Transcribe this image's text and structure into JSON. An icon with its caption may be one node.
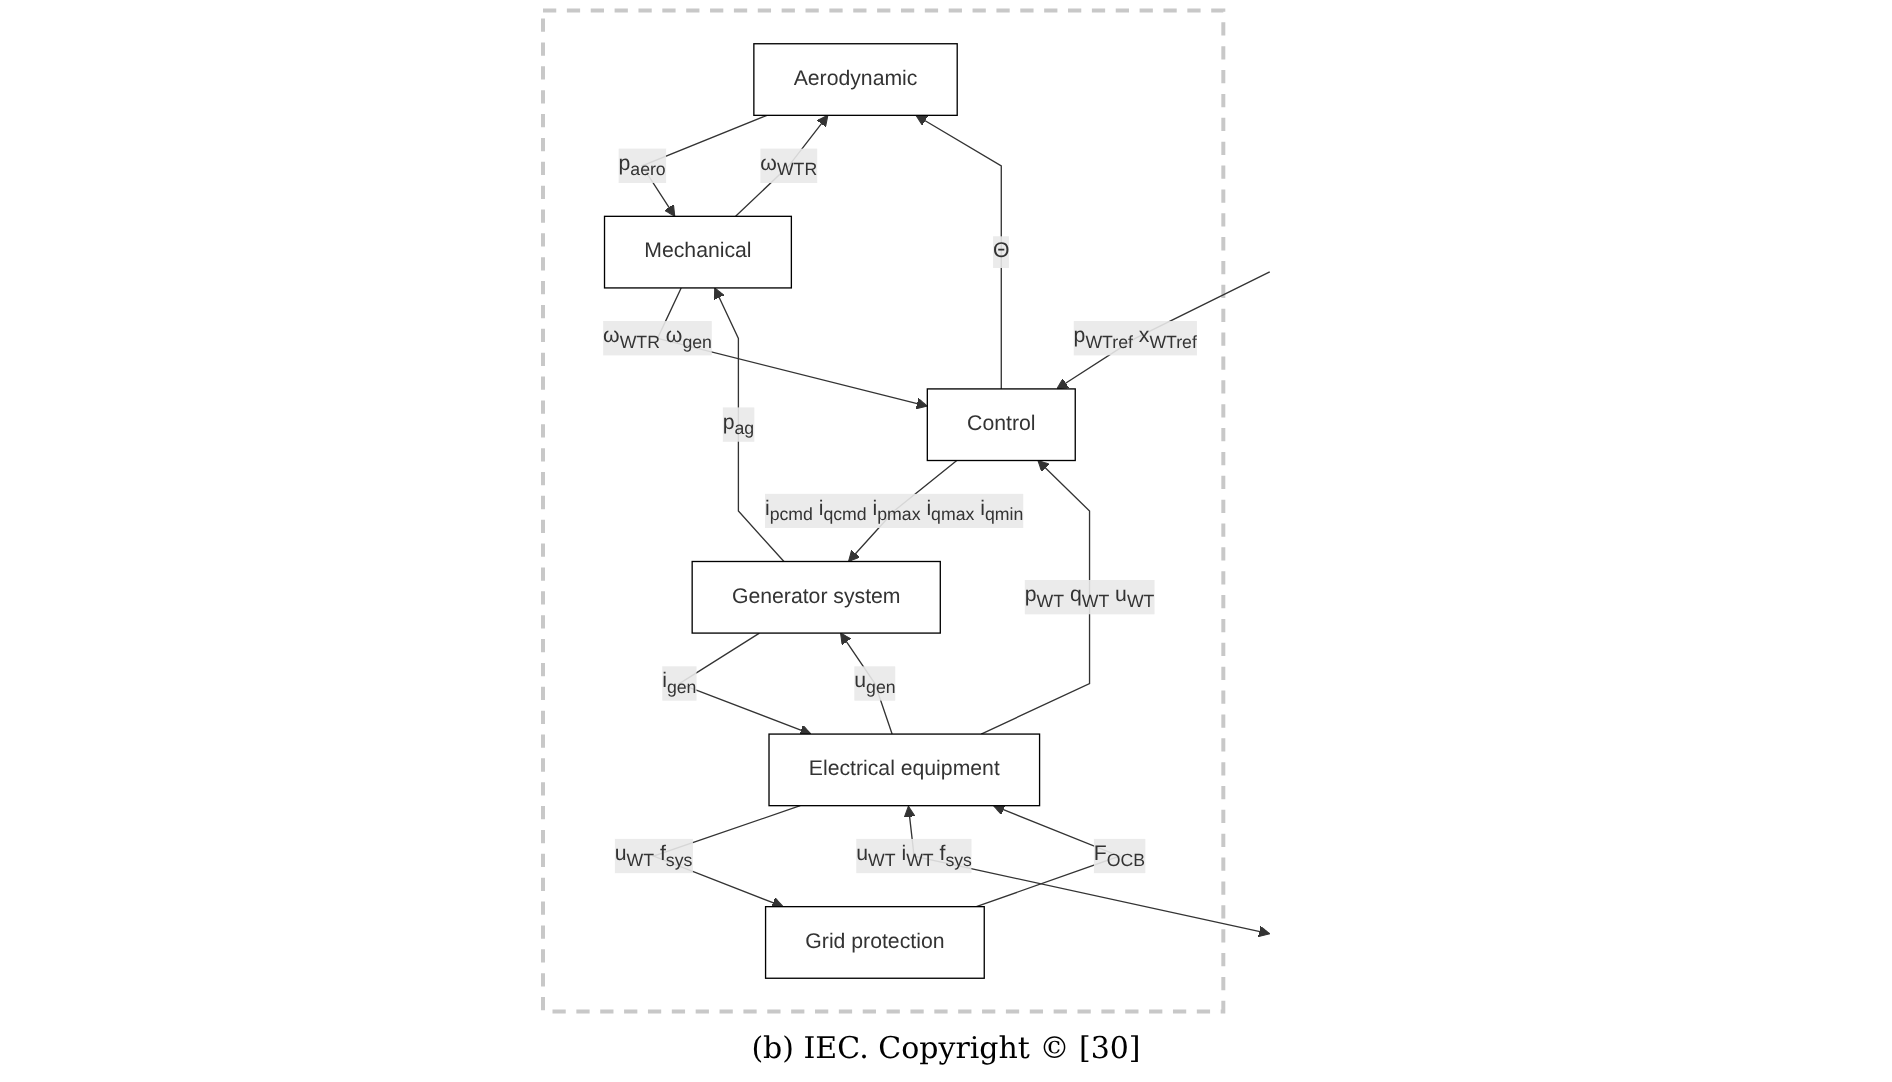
{
  "diagram": {
    "caption": "(b) IEC. Copyright © [30]",
    "nodes": [
      {
        "text": [],
        "shape": "box"
      },
      {
        "text": [
          "Aerodynamic"
        ],
        "in": 0
      },
      {
        "text": [
          "Mechanical"
        ],
        "in": 0
      },
      {
        "text": [
          "Generator system"
        ],
        "in": 0
      },
      {
        "text": [
          "Electrical equipment"
        ],
        "in": 0
      },
      {
        "text": [
          "Grid protection"
        ],
        "in": 0
      },
      {
        "text": [
          "Control"
        ],
        "in": 0
      }
    ],
    "edges": [
      {
        "from": 1,
        "to": 2,
        "arrow": "to",
        "label": "p$_{aero}$"
      },
      {
        "from": 2,
        "to": 1,
        "arrow": "to",
        "label": "ω$_{WTR}$"
      },
      {
        "from": 3,
        "to": 2,
        "arrow": "to",
        "label": "p$_{ag}$"
      },
      {
        "from": 3,
        "to": 4,
        "arrow": "to",
        "label": "i$_{gen}$"
      },
      {
        "from": 4,
        "to": 3,
        "arrow": "to",
        "label": "u$_{gen}$"
      },
      {
        "from": 4,
        "to": 5,
        "arrow": "to",
        "label": "u$_{WT}$ f$_{sys}$"
      },
      {
        "from": 5,
        "to": 4,
        "arrow": "to",
        "label": "F$_{OCB}$"
      },
      {
        "from": 2,
        "to": 6,
        "arrow": "to",
        "label": "ω$_{WTR}$ ω$_{gen}$"
      },
      {
        "from": 6,
        "to": 3,
        "arrow": "to",
        "label": "i$_{pcmd}$ i$_{qcmd}$ i$_{pmax}$ i$_{qmax}$ i$_{qmin}$"
      },
      {
        "from": 4,
        "to": 6,
        "arrow": "to",
        "label": "p$_{WT}$ q$_{WT}$ u$_{WT}$"
      },
      {
        "from": 6,
        "to": 1,
        "arrow": "to",
        "label": "Θ"
      },
      {
        "from": null,
        "to": 6,
        "arrow": "to",
        "label": "p$_{WTref}$ x$_{WTref}$"
      },
      {
        "from": 4,
        "to": null,
        "arrow": "both",
        "label": "u$_{WT}$ i$_{WT}$ f$_{sys}$"
      }
    ]
  }
}
